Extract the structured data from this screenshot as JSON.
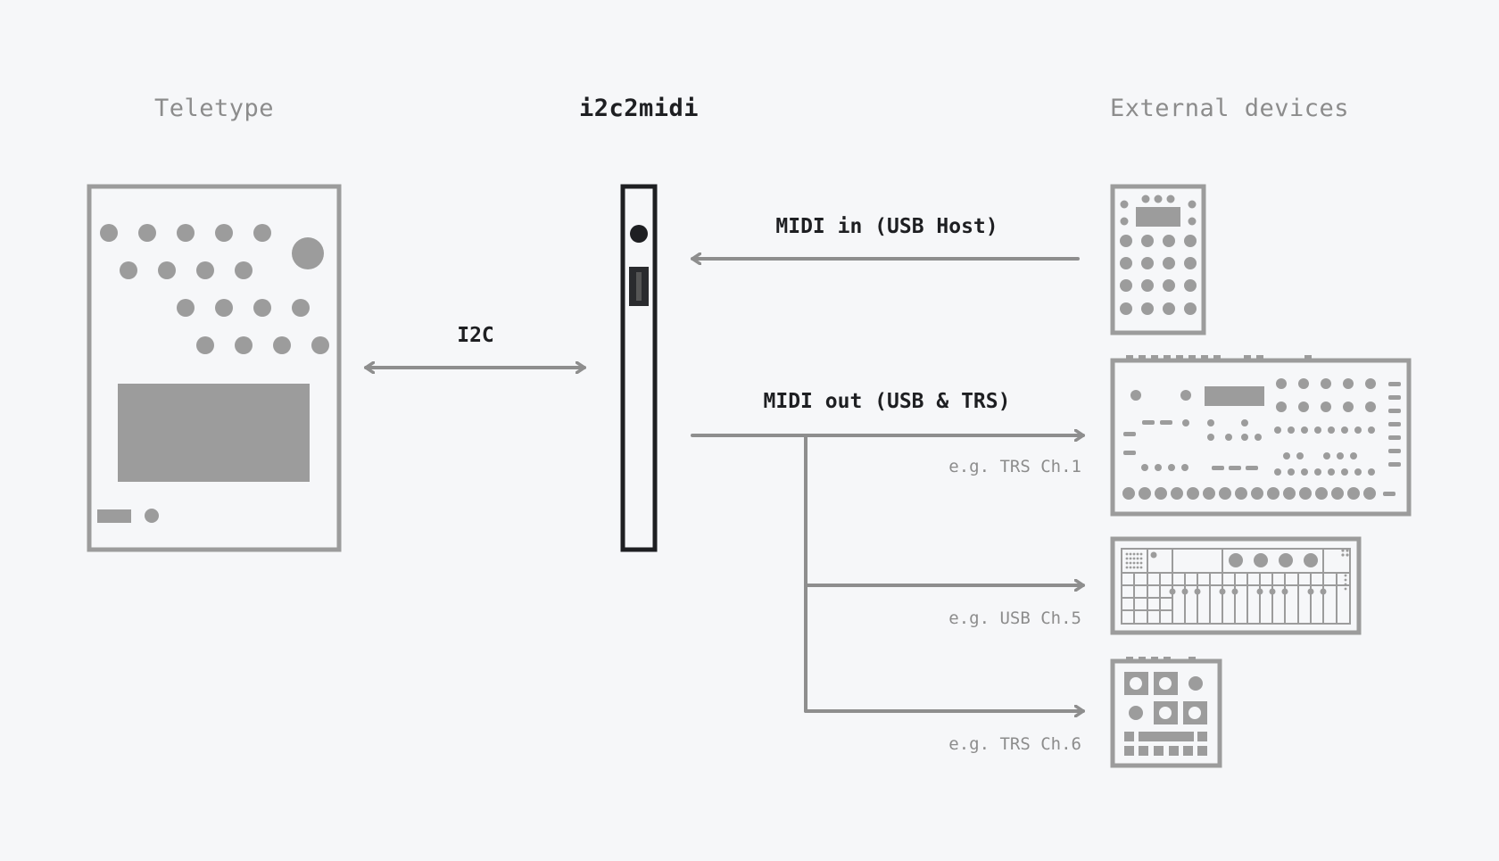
{
  "columns": {
    "left": "Teletype",
    "center": "i2c2midi",
    "right": "External devices"
  },
  "links": {
    "i2c": "I2C",
    "midi_in": "MIDI in (USB Host)",
    "midi_out": "MIDI out (USB & TRS)"
  },
  "examples": {
    "ex1": "e.g. TRS Ch.1",
    "ex2": "e.g. USB Ch.5",
    "ex3": "e.g. TRS Ch.6"
  },
  "colors": {
    "background": "#f6f7f9",
    "device_gray": "#9c9c9c",
    "line_gray": "#8e8e8e",
    "module_dark": "#1e1f22"
  },
  "icons": {
    "teletype": "teletype-module-icon",
    "i2c2midi": "i2c2midi-module-icon",
    "controller": "pad-controller-icon",
    "groovebox": "groovebox-icon",
    "keyboard_synth": "pocket-synth-icon",
    "drum_machine": "drum-machine-icon"
  }
}
